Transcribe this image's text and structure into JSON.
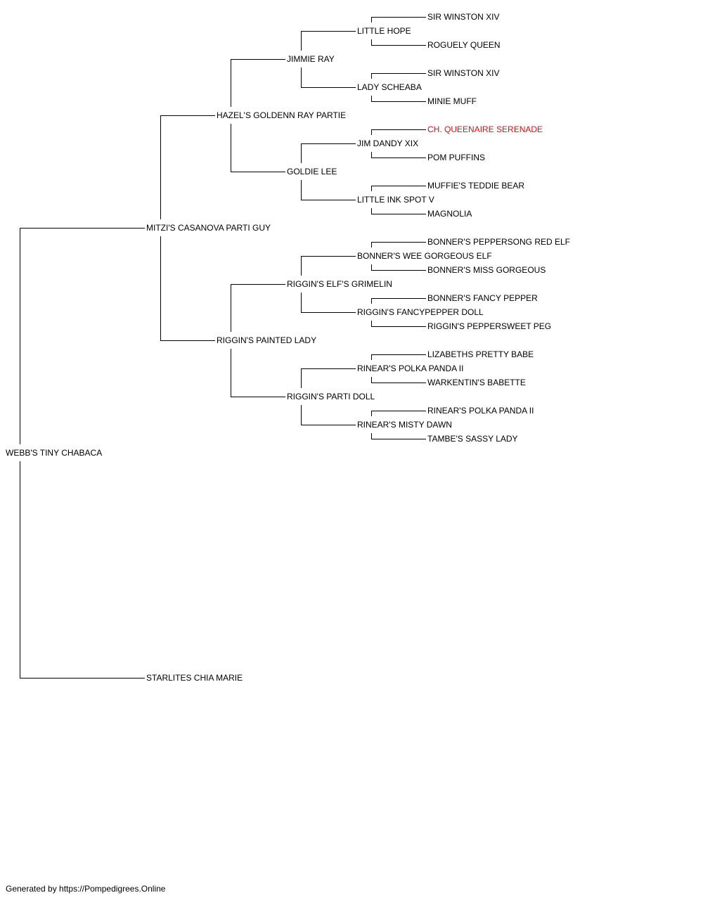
{
  "pedigree": {
    "subject": {
      "name": "WEBB'S TINY CHABACA"
    },
    "sire": {
      "name": "MITZI'S CASANOVA PARTI GUY",
      "sire": {
        "name": "HAZEL'S GOLDENN RAY PARTIE",
        "sire": {
          "name": "JIMMIE RAY",
          "sire": {
            "name": "LITTLE HOPE",
            "sire": {
              "name": "SIR WINSTON XIV"
            },
            "dam": {
              "name": "ROGUELY QUEEN"
            }
          },
          "dam": {
            "name": "LADY SCHEABA",
            "sire": {
              "name": "SIR WINSTON XIV"
            },
            "dam": {
              "name": "MINIE MUFF"
            }
          }
        },
        "dam": {
          "name": "GOLDIE LEE",
          "sire": {
            "name": "JIM DANDY XIX",
            "sire": {
              "name": "CH. QUEENAIRE SERENADE",
              "champion": true
            },
            "dam": {
              "name": "POM PUFFINS"
            }
          },
          "dam": {
            "name": "LITTLE INK SPOT V",
            "sire": {
              "name": "MUFFIE'S TEDDIE BEAR"
            },
            "dam": {
              "name": "MAGNOLIA"
            }
          }
        }
      },
      "dam": {
        "name": "RIGGIN'S PAINTED LADY",
        "sire": {
          "name": "RIGGIN'S ELF'S GRIMELIN",
          "sire": {
            "name": "BONNER'S WEE GORGEOUS ELF",
            "sire": {
              "name": "BONNER'S PEPPERSONG RED ELF"
            },
            "dam": {
              "name": "BONNER'S MISS GORGEOUS"
            }
          },
          "dam": {
            "name": "RIGGIN'S FANCYPEPPER DOLL",
            "sire": {
              "name": "BONNER'S FANCY PEPPER"
            },
            "dam": {
              "name": "RIGGIN'S PEPPERSWEET PEG"
            }
          }
        },
        "dam": {
          "name": "RIGGIN'S PARTI DOLL",
          "sire": {
            "name": "RINEAR'S POLKA PANDA II",
            "sire": {
              "name": "LIZABETHS PRETTY BABE"
            },
            "dam": {
              "name": "WARKENTIN'S BABETTE"
            }
          },
          "dam": {
            "name": "RINEAR'S MISTY DAWN",
            "sire": {
              "name": "RINEAR'S POLKA PANDA II"
            },
            "dam": {
              "name": "TAMBE'S SASSY LADY"
            }
          }
        }
      }
    },
    "dam": {
      "name": "STARLITES CHIA MARIE"
    }
  },
  "colors": {
    "text": "#000000",
    "champion": "#dd1111",
    "line": "#000000"
  },
  "footer": {
    "text": "Generated by https://Pompedigrees.Online"
  }
}
